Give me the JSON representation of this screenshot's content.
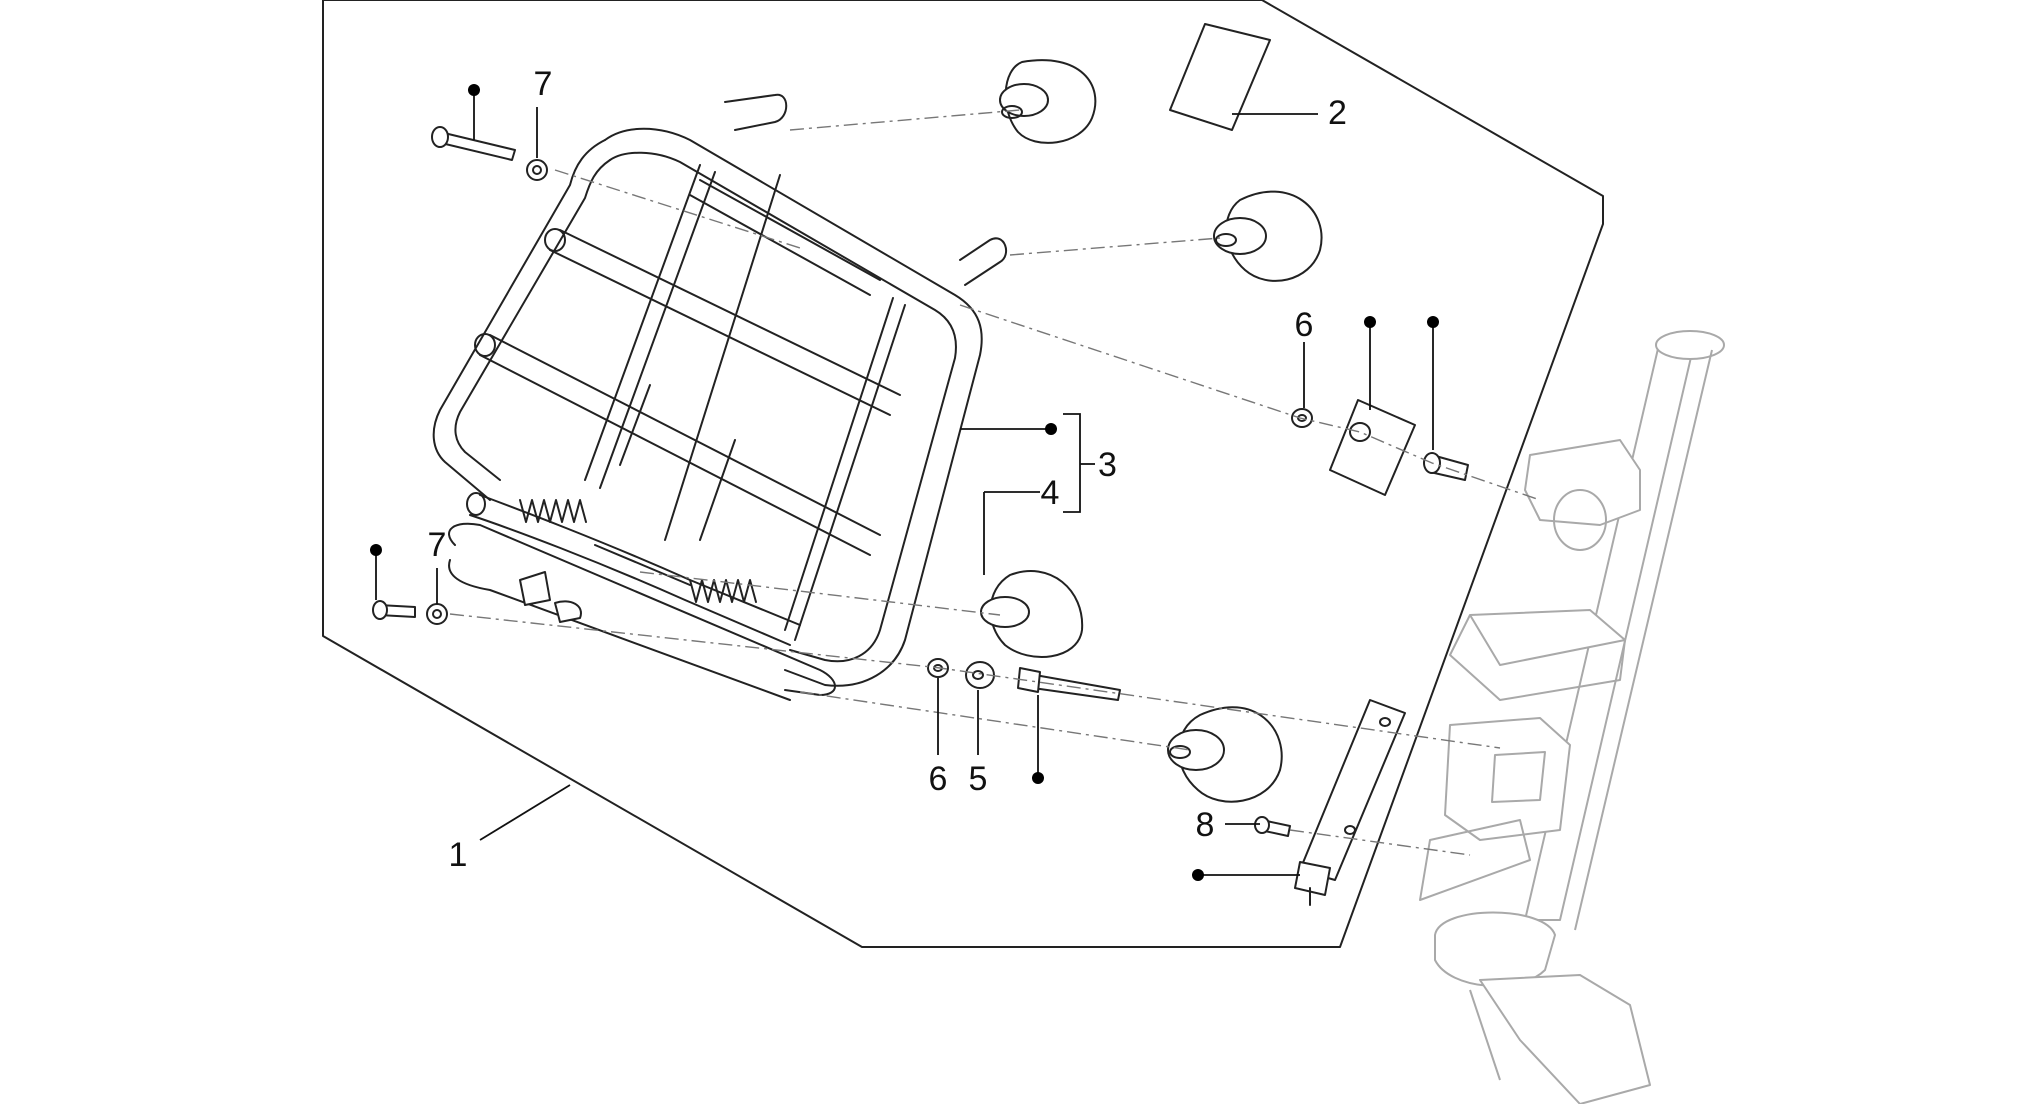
{
  "callouts": {
    "c1": "1",
    "c2": "2",
    "c3": "3",
    "c4": "4",
    "c5": "5",
    "c6a": "6",
    "c6b": "6",
    "c7a": "7",
    "c7b": "7",
    "c8": "8"
  }
}
